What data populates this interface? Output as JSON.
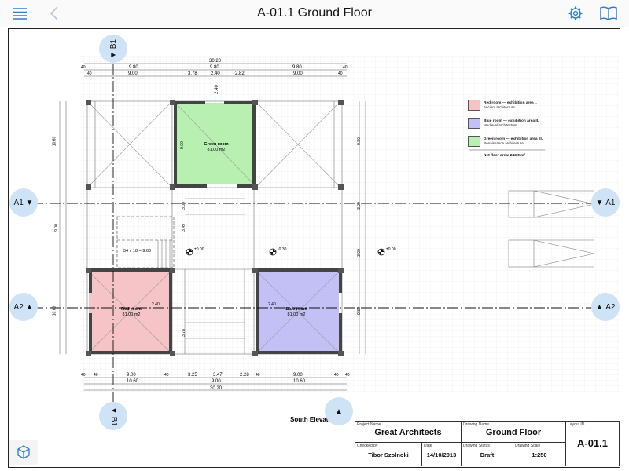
{
  "header": {
    "title": "A-01.1 Ground Floor",
    "icons": {
      "menu": "menu-icon",
      "back": "back-arrow-icon",
      "settings": "gear-icon",
      "book": "book-icon"
    }
  },
  "markers": {
    "b1_top": "B1",
    "b1_bottom": "B1",
    "a1_left": "A1",
    "a1_right": "A1",
    "a2_left": "A2",
    "a2_right": "A2"
  },
  "rooms": {
    "green": {
      "name": "Green room",
      "area": "81.00 m2",
      "color": "#b8f0b2"
    },
    "red": {
      "name": "Red room",
      "area": "81.00 m2",
      "color": "#f6c3c6"
    },
    "blue": {
      "name": "Blue room",
      "area": "81.00 m2",
      "color": "#c3c0f6"
    }
  },
  "legend": {
    "items": [
      {
        "title": "Red room — exhibition area I.",
        "subtitle": "Ancient architecture",
        "color": "#f6c3c6"
      },
      {
        "title": "Blue room — exhibition area II.",
        "subtitle": "Medieval architecture",
        "color": "#c3c0f6"
      },
      {
        "title": "Green room — exhibition area III.",
        "subtitle": "Renaissance architecture",
        "color": "#b8f0b2"
      }
    ],
    "net_area": "Net floor area: 243.0 m²"
  },
  "dimensions": {
    "top_total": "30.20",
    "top_row1": [
      "40",
      "9.80",
      "9.80",
      "9.80",
      "40"
    ],
    "top_row2": [
      "40",
      "9.00",
      "3.78",
      "2.40",
      "2.82",
      "9.00",
      "40"
    ],
    "bottom_row1": [
      "40",
      "40",
      "9.00",
      "40",
      "3.25",
      "3.47",
      "2.28",
      "40",
      "9.00",
      "40",
      "40"
    ],
    "bottom_row2": [
      "10.60",
      "9.00",
      "10.60"
    ],
    "bottom_total": "30.20",
    "left_outer": [
      "10.60",
      "9.00",
      "10.60"
    ],
    "left_inner": [
      "9.80",
      "3.00",
      "3.00",
      "9.80"
    ],
    "door": "2.40",
    "stair": "54 x 18 = 9.60",
    "levels": [
      "±0.00",
      "-0.30",
      "±0.00"
    ],
    "height_labels": [
      "2.40",
      "2.40"
    ],
    "misc": [
      "3.00",
      "3.49",
      "3.78",
      "9.00"
    ]
  },
  "elevation_label": "South Elevation",
  "title_block": {
    "project_name_label": "Project Name",
    "project_name": "Great Architects",
    "drawing_name_label": "Drawing Name",
    "drawing_name": "Ground Floor",
    "layout_id_label": "Layout ID",
    "layout_id": "A-01.1",
    "checked_by_label": "Checked by",
    "checked_by": "Tibor Szolnoki",
    "date_label": "Date",
    "date": "14/10/2013",
    "drawing_status_label": "Drawing Status",
    "drawing_status": "Draft",
    "drawing_scale_label": "Drawing Scale",
    "drawing_scale": "1:250"
  },
  "corner_icon": "3d-view-icon"
}
